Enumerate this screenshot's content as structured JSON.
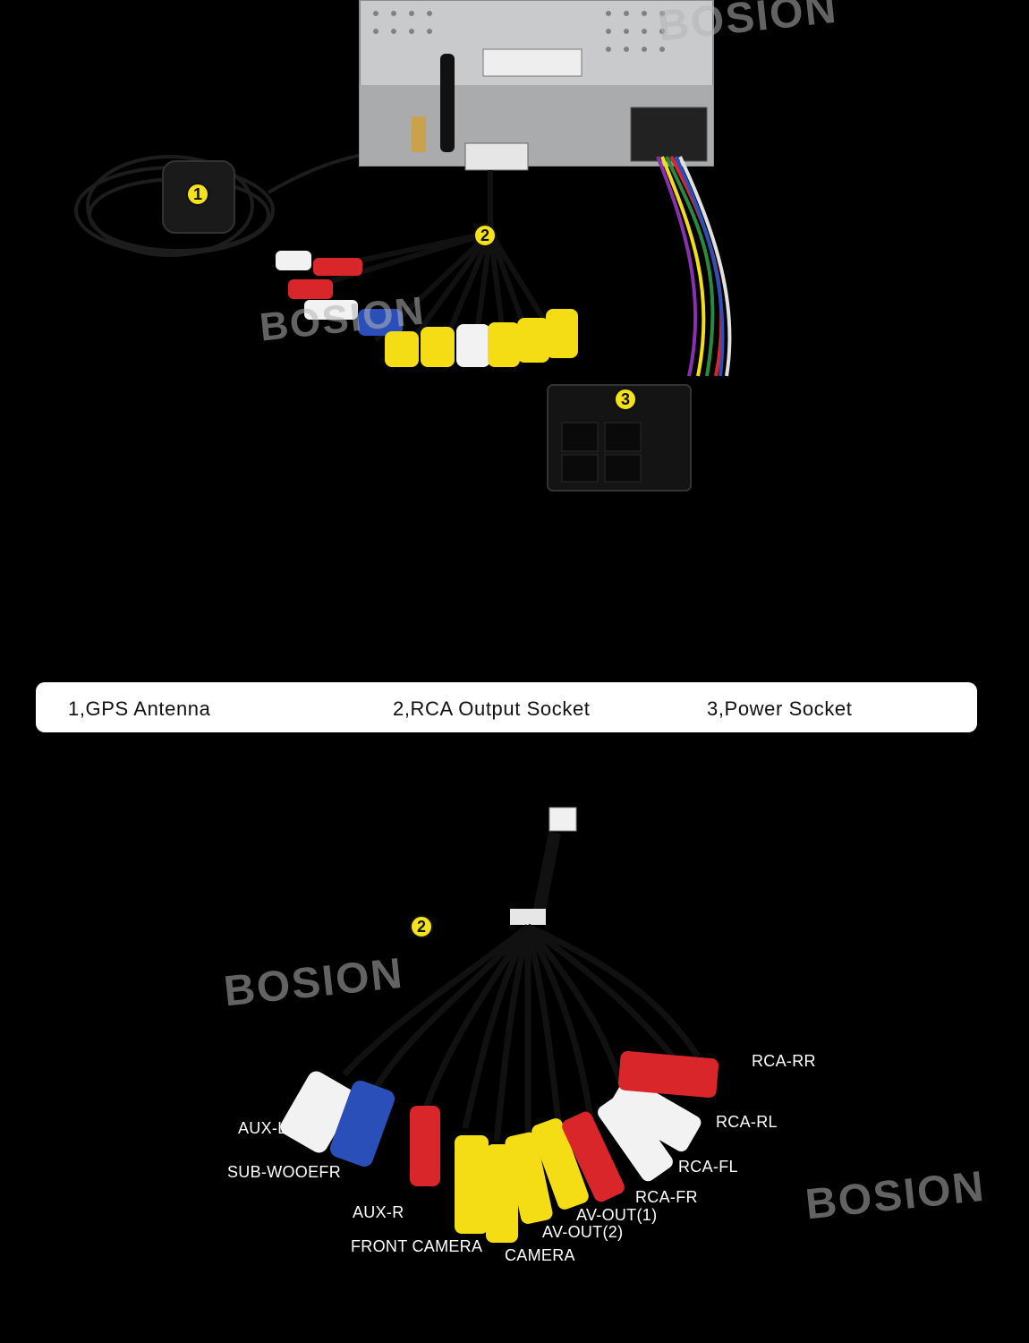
{
  "watermarks": {
    "top_right": "BOSION",
    "top_middle": "BOSION",
    "bottom_left": "BOSION",
    "bottom_right": "BOSION"
  },
  "callouts": {
    "gps": "1",
    "rca_top": "2",
    "power": "3",
    "rca_bottom": "2"
  },
  "legend": {
    "items": [
      {
        "label": "1,GPS Antenna"
      },
      {
        "label": "2,RCA Output Socket"
      },
      {
        "label": "3,Power Socket"
      }
    ]
  },
  "rca_labels": {
    "aux_l": "AUX-L",
    "sub_woofer": "SUB-WOOEFR",
    "aux_r": "AUX-R",
    "front_camera": "FRONT CAMERA",
    "camera": "CAMERA",
    "av_out_2": "AV-OUT(2)",
    "av_out_1": "AV-OUT(1)",
    "rca_fr": "RCA-FR",
    "rca_fl": "RCA-FL",
    "rca_rl": "RCA-RL",
    "rca_rr": "RCA-RR"
  },
  "colors": {
    "background": "#000000",
    "callout": "#f5e21a",
    "rca_red": "#d8262b",
    "rca_white": "#f2f2f2",
    "rca_yellow": "#f4dd14",
    "rca_blue": "#2b4fb8"
  }
}
